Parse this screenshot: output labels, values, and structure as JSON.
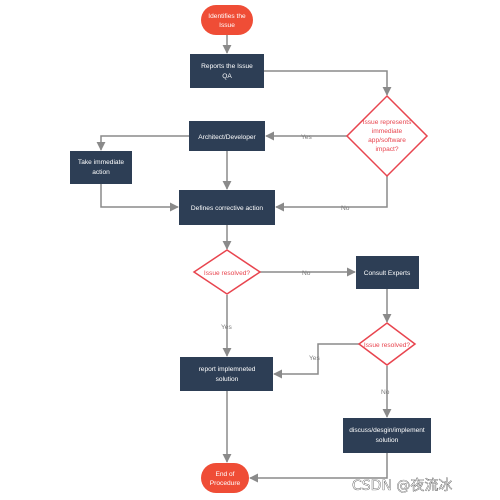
{
  "colors": {
    "terminal": "#ef4d36",
    "process": "#2d3e55",
    "decision_stroke": "#e8454f",
    "edge": "#8a8a8a"
  },
  "nodes": {
    "start": [
      "Identifies the",
      "Issue"
    ],
    "report": [
      "Reports the Issue",
      "QA"
    ],
    "impact": [
      "Issue represents",
      "immediate",
      "app/software",
      "impact?"
    ],
    "architect": [
      "Architect/Developer"
    ],
    "immediate_action": [
      "Take immediate",
      "action"
    ],
    "corrective": [
      "Defines corrective action"
    ],
    "resolved1": [
      "Issue resolved?"
    ],
    "consult": [
      "Consult Experts"
    ],
    "resolved2": [
      "Issue resolved?"
    ],
    "report_implemented": [
      "report implemneted",
      "solution"
    ],
    "discuss": [
      "discuss/desgin/implement",
      "solution"
    ],
    "end": [
      "End of",
      "Procedure"
    ]
  },
  "edge_labels": {
    "yes_impact": "Yes",
    "no_impact": "No",
    "no_resolved1": "No",
    "yes_resolved1": "Yes",
    "yes_resolved2": "Yes",
    "no_resolved2": "No"
  },
  "watermark": "CSDN @夜流冰"
}
